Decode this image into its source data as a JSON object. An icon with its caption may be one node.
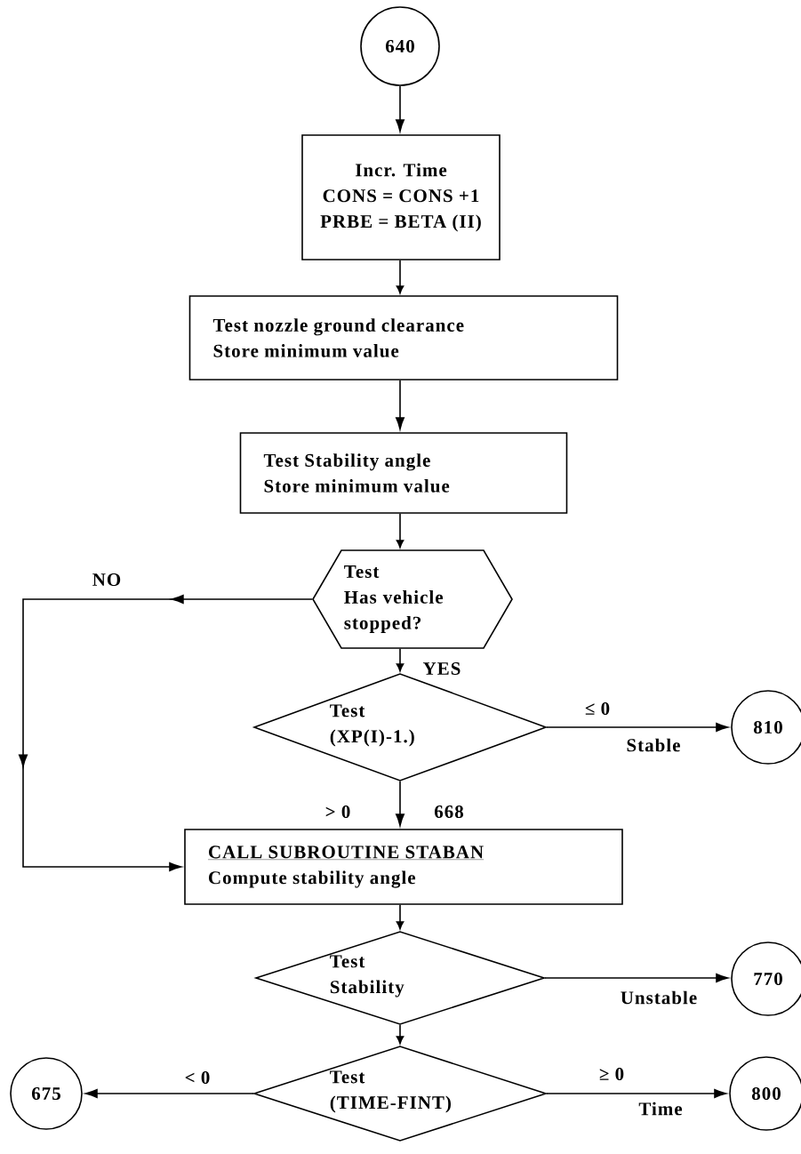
{
  "diagram": {
    "nodes": [
      {
        "text": [
          "640"
        ]
      },
      {
        "text": [
          "Incr. Time",
          "CONS = CONS +1",
          "PRBE = BETA (II)"
        ]
      },
      {
        "text": [
          "Test nozzle ground clearance",
          "Store minimum value"
        ]
      },
      {
        "text": [
          "Test Stability angle",
          "Store minimum value"
        ]
      },
      {
        "text": [
          "Test",
          "Has vehicle stopped?"
        ]
      },
      {
        "text": [
          "Test",
          "(XP(I)-1.)"
        ]
      },
      {
        "text": [
          "810"
        ]
      },
      {
        "text": [
          "CALL SUBROUTINE STABAN",
          "Compute stability angle"
        ]
      },
      {
        "text": [
          "Test",
          "Stability"
        ]
      },
      {
        "text": [
          "770"
        ]
      },
      {
        "text": [
          "Test",
          "(TIME-FINT)"
        ]
      },
      {
        "text": [
          "675"
        ]
      },
      {
        "text": [
          "800"
        ]
      }
    ],
    "edges": [
      {
        "from": 0,
        "to": 1,
        "arrow": "to"
      },
      {
        "from": 1,
        "to": 2,
        "arrow": "to"
      },
      {
        "from": 2,
        "to": 3,
        "arrow": "to"
      },
      {
        "from": 3,
        "to": 4,
        "arrow": "to"
      },
      {
        "from": 4,
        "to": 7,
        "arrow": "to",
        "label": "NO"
      },
      {
        "from": 4,
        "to": 5,
        "arrow": "to",
        "label": "YES"
      },
      {
        "from": 5,
        "to": 6,
        "arrow": "to",
        "label": "≤ 0"
      },
      {
        "from": 5,
        "to": 7,
        "arrow": "to",
        "label": "> 0"
      },
      {
        "from": 7,
        "to": 8,
        "arrow": "to"
      },
      {
        "from": 8,
        "to": 9,
        "arrow": "to",
        "label": "Unstable"
      },
      {
        "from": 8,
        "to": 10,
        "arrow": "to"
      },
      {
        "from": 10,
        "to": 11,
        "arrow": "to",
        "label": "< 0"
      },
      {
        "from": 10,
        "to": 12,
        "arrow": "to",
        "label": "≥ 0"
      }
    ],
    "labels": [
      "Stable",
      "668",
      "Time"
    ]
  }
}
